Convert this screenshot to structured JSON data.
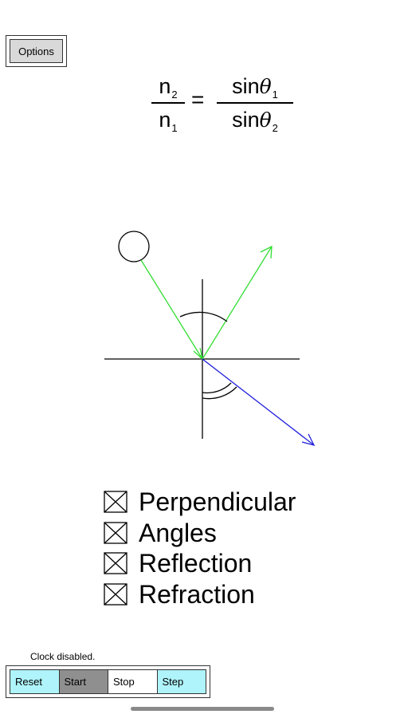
{
  "options_button": {
    "label": "Options"
  },
  "equation": {
    "left_numerator": "n",
    "left_numerator_sub": "2",
    "left_denominator": "n",
    "left_denominator_sub": "1",
    "equals": "=",
    "right_numerator": "sin",
    "right_numerator_symbol": "θ",
    "right_numerator_sub": "1",
    "right_denominator": "sin",
    "right_denominator_symbol": "θ",
    "right_denominator_sub": "2"
  },
  "diagram": {
    "incident_color": "#33dd33",
    "reflected_color": "#33dd33",
    "refracted_color": "#2222dd",
    "axis_color": "#000000"
  },
  "checkboxes": [
    {
      "label": "Perpendicular",
      "checked": true
    },
    {
      "label": "Angles",
      "checked": true
    },
    {
      "label": "Reflection",
      "checked": true
    },
    {
      "label": "Refraction",
      "checked": true
    }
  ],
  "clock": {
    "status": "Clock disabled."
  },
  "controls": {
    "reset": "Reset",
    "start": "Start",
    "stop": "Stop",
    "step": "Step"
  }
}
